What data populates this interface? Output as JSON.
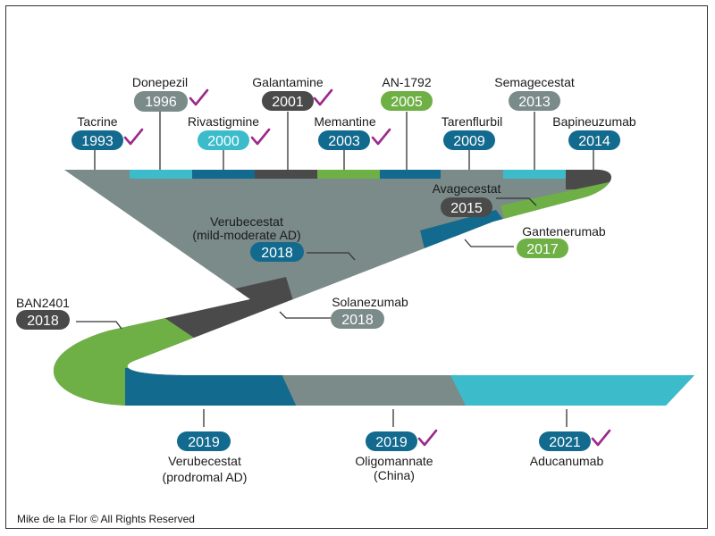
{
  "colors": {
    "gray": "#7a8b89",
    "teal": "#3cbccb",
    "blue": "#126a8e",
    "dark": "#4a4a4a",
    "green": "#6eb045",
    "check": "#9b2a8a"
  },
  "milestones": [
    {
      "id": "tacrine",
      "drug": "Tacrine",
      "year": "1993",
      "color": "blue",
      "approved": true
    },
    {
      "id": "donepezil",
      "drug": "Donepezil",
      "year": "1996",
      "color": "gray",
      "approved": true
    },
    {
      "id": "rivastigmine",
      "drug": "Rivastigmine",
      "year": "2000",
      "color": "teal",
      "approved": true
    },
    {
      "id": "galantamine",
      "drug": "Galantamine",
      "year": "2001",
      "color": "dark",
      "approved": true
    },
    {
      "id": "memantine",
      "drug": "Memantine",
      "year": "2003",
      "color": "blue",
      "approved": true
    },
    {
      "id": "an1792",
      "drug": "AN-1792",
      "year": "2005",
      "color": "green",
      "approved": false
    },
    {
      "id": "tarenflurbil",
      "drug": "Tarenflurbil",
      "year": "2009",
      "color": "blue",
      "approved": false
    },
    {
      "id": "semagacestat",
      "drug": "Semagecestat",
      "year": "2013",
      "color": "gray",
      "approved": false
    },
    {
      "id": "bapineuzumab",
      "drug": "Bapineuzumab",
      "year": "2014",
      "color": "blue",
      "approved": false
    },
    {
      "id": "avagacestat",
      "drug": "Avagecestat",
      "year": "2015",
      "color": "dark",
      "approved": false
    },
    {
      "id": "gantenerumab",
      "drug": "Gantenerumab",
      "year": "2017",
      "color": "green",
      "approved": false
    },
    {
      "id": "verubecestat-mm",
      "drug": "Verubecestat",
      "drug2": "(mild-moderate AD)",
      "year": "2018",
      "color": "blue",
      "approved": false
    },
    {
      "id": "solanezumab",
      "drug": "Solanezumab",
      "year": "2018",
      "color": "gray",
      "approved": false
    },
    {
      "id": "ban2401",
      "drug": "BAN2401",
      "year": "2018",
      "color": "dark",
      "approved": false
    },
    {
      "id": "verubecestat-pro",
      "drug": "Verubecestat",
      "drug2": "(prodromal AD)",
      "year": "2019",
      "color": "blue",
      "approved": false
    },
    {
      "id": "oligomannate",
      "drug": "Oligomannate",
      "drug2": "(China)",
      "year": "2019",
      "color": "blue",
      "approved": true
    },
    {
      "id": "aducanumab",
      "drug": "Aducanumab",
      "year": "2021",
      "color": "blue",
      "approved": true
    }
  ],
  "credit": "Mike de la Flor © All Rights Reserved"
}
